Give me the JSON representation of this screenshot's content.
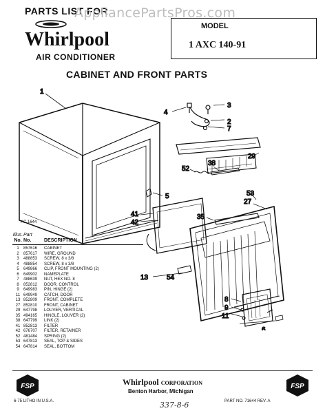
{
  "header": {
    "parts_list": "PARTS LIST FOR",
    "watermark": "AppliancePartsPros.com",
    "brand": "Whirlpool",
    "product": "AIR CONDITIONER",
    "model_label": "MODEL",
    "model_number": "1 AXC 140-91"
  },
  "section_title": "CABINET AND FRONT PARTS",
  "diagram": {
    "drawing_code": "AC 1644",
    "callouts": [
      "1",
      "2",
      "3",
      "4",
      "5",
      "6",
      "7",
      "8",
      "9",
      "11",
      "13",
      "27",
      "29",
      "35",
      "38",
      "41",
      "42",
      "52",
      "53",
      "54"
    ]
  },
  "parts_table": {
    "col_illus": "Illus.",
    "col_part": "Part",
    "col_no": "No.",
    "col_no2": "No.",
    "col_desc": "DESCRIPTION",
    "rows": [
      {
        "illus": "1",
        "part": "857616",
        "desc": "CABINET"
      },
      {
        "illus": "2",
        "part": "857617",
        "desc": "WIRE, GROUND"
      },
      {
        "illus": "3",
        "part": "488853",
        "desc": "SCREW, 8 x 3/8"
      },
      {
        "illus": "4",
        "part": "488854",
        "desc": "SCREW, 8 x 3/8"
      },
      {
        "illus": "5",
        "part": "649866",
        "desc": "CLIP, FRONT MOUNTING (2)"
      },
      {
        "illus": "6",
        "part": "649902",
        "desc": "NAMEPLATE"
      },
      {
        "illus": "7",
        "part": "488639",
        "desc": "NUT, HEX NO. 8"
      },
      {
        "illus": "8",
        "part": "852812",
        "desc": "DOOR, CONTROL"
      },
      {
        "illus": "9",
        "part": "649983",
        "desc": "PIN, HINGE (2)"
      },
      {
        "illus": "11",
        "part": "649949",
        "desc": "CATCH, DOOR"
      },
      {
        "illus": "13",
        "part": "852809",
        "desc": "FRONT, COMPLETE"
      },
      {
        "illus": "27",
        "part": "852810",
        "desc": "FRONT, CABINET"
      },
      {
        "illus": "29",
        "part": "647798",
        "desc": "LOUVER, VERTICAL"
      },
      {
        "illus": "35",
        "part": "494165",
        "desc": "HINGLE, LOUVER (2)"
      },
      {
        "illus": "38",
        "part": "647799",
        "desc": "LINK (2)"
      },
      {
        "illus": "41",
        "part": "852813",
        "desc": "FILTER"
      },
      {
        "illus": "42",
        "part": "676707",
        "desc": "FILTER, RETAINER"
      },
      {
        "illus": "52",
        "part": "481484",
        "desc": "SPRING (2)"
      },
      {
        "illus": "53",
        "part": "647813",
        "desc": "SEAL, TOP & SIDES"
      },
      {
        "illus": "54",
        "part": "647814",
        "desc": "SEAL, BOTTOM"
      }
    ]
  },
  "footer": {
    "fsp": "FSP",
    "corp_brand": "Whirlpool",
    "corp_suffix": "CORPORATION",
    "city": "Benton Harbor, Michigan",
    "litho": "6-75   LITHO IN U.S.A.",
    "part_no": "PART NO. 71644 REV. A",
    "handwritten": "337-8-6"
  }
}
